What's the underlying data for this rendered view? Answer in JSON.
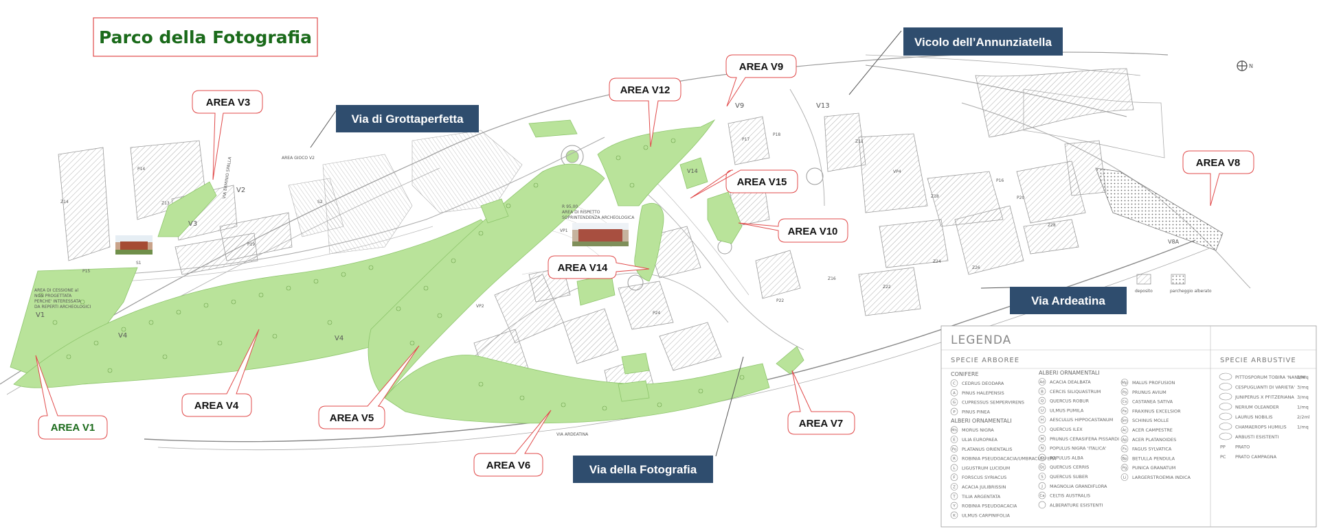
{
  "title": "Parco della Fotografia",
  "streets": {
    "annunziatella": "Vicolo dell’Annunziatella",
    "grottaperfetta": "Via di Grottaperfetta",
    "ardeatina": "Via Ardeatina",
    "fotografia": "Via della Fotografia"
  },
  "areas": {
    "v1": "AREA V1",
    "v3": "AREA V3",
    "v4": "AREA V4",
    "v5": "AREA V5",
    "v6": "AREA V6",
    "v7": "AREA V7",
    "v8": "AREA V8",
    "v9": "AREA V9",
    "v10": "AREA V10",
    "v12": "AREA V12",
    "v14": "AREA V14",
    "v15": "AREA V15"
  },
  "plan_labels": {
    "v1": "V1",
    "v2": "V2",
    "v3": "V3",
    "v4_left": "V4",
    "v4_mid": "V4",
    "v9": "V9",
    "v13": "V13",
    "v8a": "V8A",
    "v14": "V14",
    "area_gioco": "AREA GIOCO  V2",
    "s1": "S1",
    "s2": "S2",
    "z11": "Z11",
    "z13": "Z13",
    "z14": "Z14",
    "z16": "Z16",
    "z18": "Z18",
    "z22": "Z22",
    "z24": "Z24",
    "z26": "Z26",
    "z28": "Z28",
    "p14": "P14",
    "p15": "P15",
    "p16": "P16",
    "p17": "P17",
    "p18": "P18",
    "p19": "P19",
    "p20": "P20",
    "p22": "P22",
    "p24": "P24",
    "vp4": "VP4",
    "vp2": "VP2",
    "vp1": "VP1",
    "v1_note_1": "AREA DI CESSIONE al",
    "v1_note_2": "NON PROGETTATA",
    "v1_note_3": "PERCHE' INTERESSATA",
    "v1_note_4": "DA REPERTI ARCHEOLOGICI",
    "respect_1": "R 95,00",
    "respect_2": "AREA DI RISPETTO",
    "respect_3": "SOPRINTENDENZA ARCHEOLOGICA",
    "via_ardeatina_plan": "VIA ARDEATINA",
    "via_erminio": "VIA ERMINIO SPALLA"
  },
  "compass": {
    "label": "N"
  },
  "parking": {
    "deposit": "deposito",
    "parking": "parcheggio alberato"
  },
  "legend": {
    "title": "LEGENDA",
    "arboree_title": "SPECIE ARBOREE",
    "arbustive_title": "SPECIE ARBUSTIVE",
    "col1_groups": [
      {
        "heading": "CONIFERE",
        "items": [
          {
            "code": "C",
            "name": "CEDRUS DEODARA"
          },
          {
            "code": "A",
            "name": "PINUS HALEPENSIS"
          },
          {
            "code": "G",
            "name": "CUPRESSUS SEMPERVIRENS"
          },
          {
            "code": "P",
            "name": "PINUS PINEA"
          }
        ]
      },
      {
        "heading": "ALBERI ORNAMENTALI",
        "items": [
          {
            "code": "Mn",
            "name": "MORUS NIGRA"
          },
          {
            "code": "E",
            "name": "ULIA EUROPAEA"
          },
          {
            "code": "Po",
            "name": "PLATANUS ORIENTALIS"
          },
          {
            "code": "R",
            "name": "ROBINIA PSEUDOACACIA/UMBRACULIFERA"
          },
          {
            "code": "L",
            "name": "LIGUSTRUM LUCIDUM"
          },
          {
            "code": "F",
            "name": "FORSCUS SYRIACUS"
          },
          {
            "code": "Z",
            "name": "ACACIA JULIBRISSIN"
          },
          {
            "code": "T",
            "name": "TILIA ARGENTATA"
          },
          {
            "code": "Y",
            "name": "ROBINIA PSEUDOACACIA"
          },
          {
            "code": "K",
            "name": "ULMUS CARPINIFOLIA"
          }
        ]
      }
    ],
    "col2_groups": [
      {
        "heading": "ALBERI ORNAMENTALI",
        "items": [
          {
            "code": "Ad",
            "name": "ACACIA DEALBATA"
          },
          {
            "code": "B",
            "name": "CERCIS SILIQUASTRUM"
          },
          {
            "code": "Q",
            "name": "QUERCUS ROBUR"
          },
          {
            "code": "U",
            "name": "ULMUS PUMILA"
          },
          {
            "code": "H",
            "name": "AESCULUS HIPPOCASTANUM"
          },
          {
            "code": "I",
            "name": "QUERCUS ILEX"
          },
          {
            "code": "M",
            "name": "PRUNUS CERASIFERA PISSARDI"
          },
          {
            "code": "N",
            "name": "POPULUS NIGRA 'ITALICA'"
          },
          {
            "code": "O",
            "name": "POPULUS ALBA"
          },
          {
            "code": "Qc",
            "name": "QUERCUS CERRIS"
          },
          {
            "code": "S",
            "name": "QUERCUS SUBER"
          },
          {
            "code": "J",
            "name": "MAGNOLIA GRANDIFLORA"
          },
          {
            "code": "Ca",
            "name": "CELTIS AUSTRALIS"
          },
          {
            "code": "",
            "name": "ALBERATURE ESISTENTI"
          }
        ]
      }
    ],
    "col3_groups": [
      {
        "heading": "",
        "items": [
          {
            "code": "Mp",
            "name": "MALUS PROFUSION"
          },
          {
            "code": "Pa",
            "name": "PRUNUS AVIUM"
          },
          {
            "code": "Cs",
            "name": "CASTANEA SATIVA"
          },
          {
            "code": "Fe",
            "name": "FRAXINUS EXCELSIOR"
          },
          {
            "code": "Sm",
            "name": "SCHINUS MOLLE"
          },
          {
            "code": "Ac",
            "name": "ACER CAMPESTRE"
          },
          {
            "code": "Ap",
            "name": "ACER PLATANOIDES"
          },
          {
            "code": "Fs",
            "name": "FAGUS SYLVATICA"
          },
          {
            "code": "Bp",
            "name": "BETULLA PENDULA"
          },
          {
            "code": "Pg",
            "name": "PUNICA GRANATUM"
          },
          {
            "code": "Li",
            "name": "LARGERSTROEMIA INDICA"
          }
        ]
      }
    ],
    "arbustive_items": [
      {
        "code": "",
        "name": "PITTOSPORUM TOBIRA 'NANUM'",
        "qty": "3/mq"
      },
      {
        "code": "",
        "name": "CESPUGLIANTI DI VARIETA'",
        "qty": "3/mq"
      },
      {
        "code": "",
        "name": "JUNIPERUS X PFITZERIANA",
        "qty": "3/mq"
      },
      {
        "code": "",
        "name": "NERIUM OLEANDER",
        "qty": "1/mq"
      },
      {
        "code": "",
        "name": "LAURUS NOBILIS",
        "qty": "2/2ml"
      },
      {
        "code": "",
        "name": "CHAMAEROPS HUMILIS",
        "qty": "1/mq"
      },
      {
        "code": "",
        "name": "ARBUSTI ESISTENTI",
        "qty": ""
      },
      {
        "code": "PP",
        "name": "PRATO",
        "qty": ""
      },
      {
        "code": "PC",
        "name": "PRATO CAMPAGNA",
        "qty": ""
      }
    ]
  },
  "colors": {
    "park_green": "#b9e39a",
    "callout_border": "#e04848",
    "street_box": "#2f4d6e",
    "title_green": "#1a6a1a"
  }
}
